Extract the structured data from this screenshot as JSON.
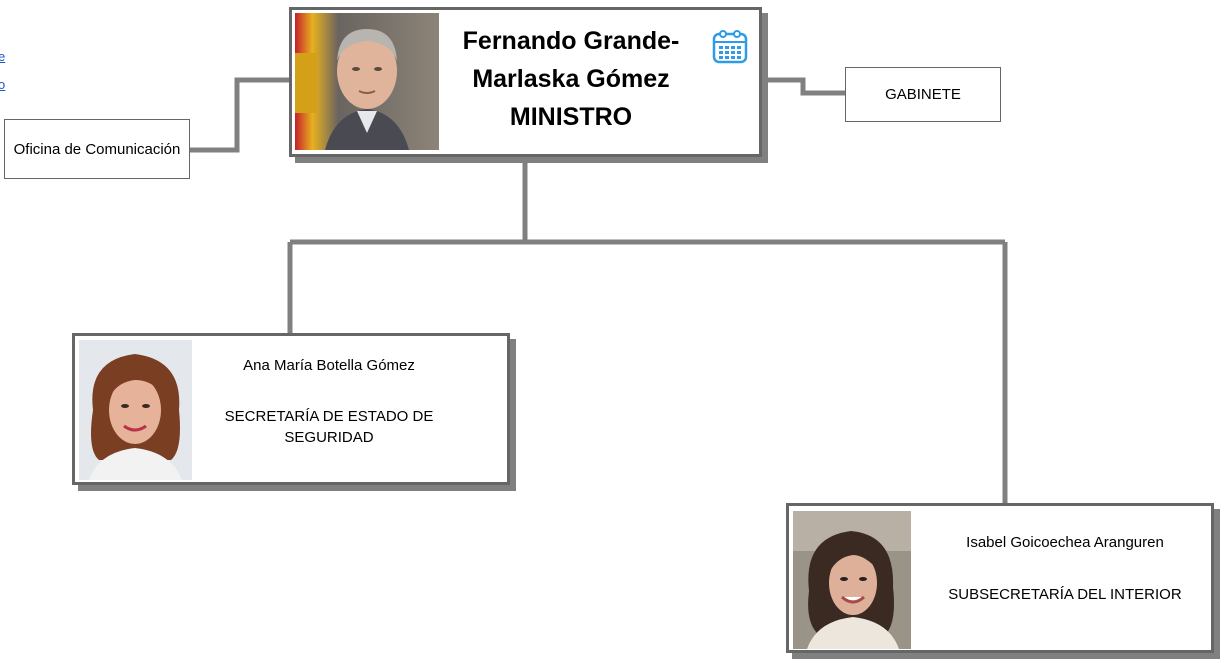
{
  "left_link_fragments": [
    "e",
    "o"
  ],
  "minister": {
    "name": "Fernando Grande-Marlaska Gómez",
    "role": "MINISTRO",
    "icon": "calendar-icon"
  },
  "offices": {
    "communication": "Oficina de Comunicación",
    "cabinet": "GABINETE"
  },
  "secretaria_estado": {
    "name": "Ana María Botella Gómez",
    "role": "SECRETARÍA DE ESTADO DE SEGURIDAD"
  },
  "subsecretaria": {
    "name": "Isabel Goicoechea Aranguren",
    "role": "SUBSECRETARÍA DEL INTERIOR"
  },
  "colors": {
    "connector": "#808080",
    "border": "#666666",
    "link": "#1a56c4",
    "calendar_icon": "#2f9ae6"
  }
}
